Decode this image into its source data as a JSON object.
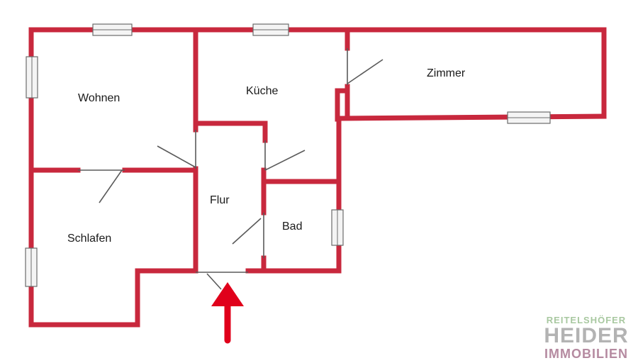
{
  "rooms": {
    "wohnen": "Wohnen",
    "kueche": "Küche",
    "zimmer": "Zimmer",
    "flur": "Flur",
    "schlafen": "Schlafen",
    "bad": "Bad"
  },
  "colors": {
    "wall": "#c8283d",
    "entrance_arrow": "#e0001b"
  },
  "logo": {
    "line1": "REITELSHÖFER",
    "line2": "HEIDER",
    "line3": "IMMOBILIEN"
  }
}
